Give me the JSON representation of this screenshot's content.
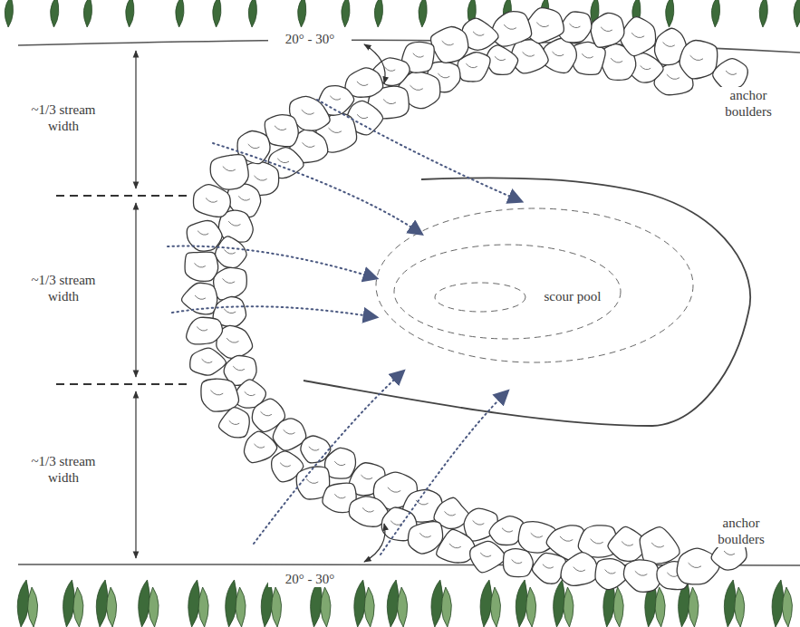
{
  "diagram": {
    "labels": [
      "~1/3 stream width",
      "20° - 30°",
      "anchor boulders",
      "~1/3 stream width",
      "scour pool",
      "~1/3 stream width",
      "anchor boulders",
      "20° - 30°"
    ]
  }
}
